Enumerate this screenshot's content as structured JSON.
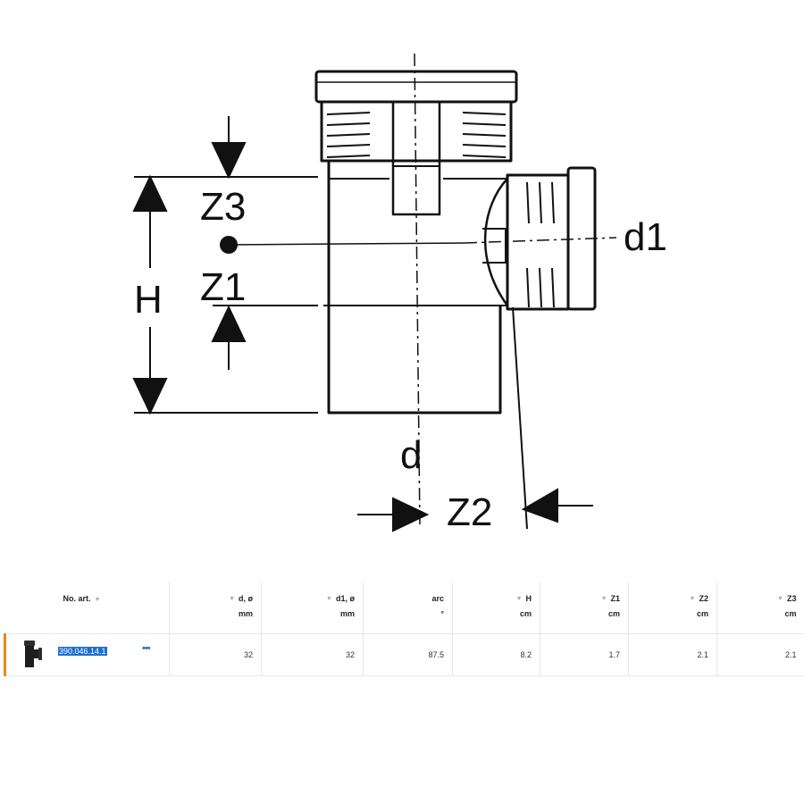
{
  "diagram": {
    "labels": {
      "z3": "Z3",
      "z1": "Z1",
      "h": "H",
      "d1": "d1",
      "d": "d",
      "z2": "Z2"
    }
  },
  "table": {
    "headers": [
      {
        "label": "No. art.",
        "unit": ""
      },
      {
        "label": "d, ø",
        "unit": "mm"
      },
      {
        "label": "d1, ø",
        "unit": "mm"
      },
      {
        "label": "arc",
        "unit": "°"
      },
      {
        "label": "H",
        "unit": "cm"
      },
      {
        "label": "Z1",
        "unit": "cm"
      },
      {
        "label": "Z2",
        "unit": "cm"
      },
      {
        "label": "Z3",
        "unit": "cm"
      }
    ],
    "row": {
      "article_number": "390.046.14.1",
      "more_icon": "more-options-icon",
      "d": "32",
      "d1": "32",
      "arc": "87.5",
      "h": "8.2",
      "z1": "1.7",
      "z2": "2.1",
      "z3": "2.1"
    },
    "accent_color": "#e8891c",
    "highlight_color": "#1c6fd1"
  }
}
